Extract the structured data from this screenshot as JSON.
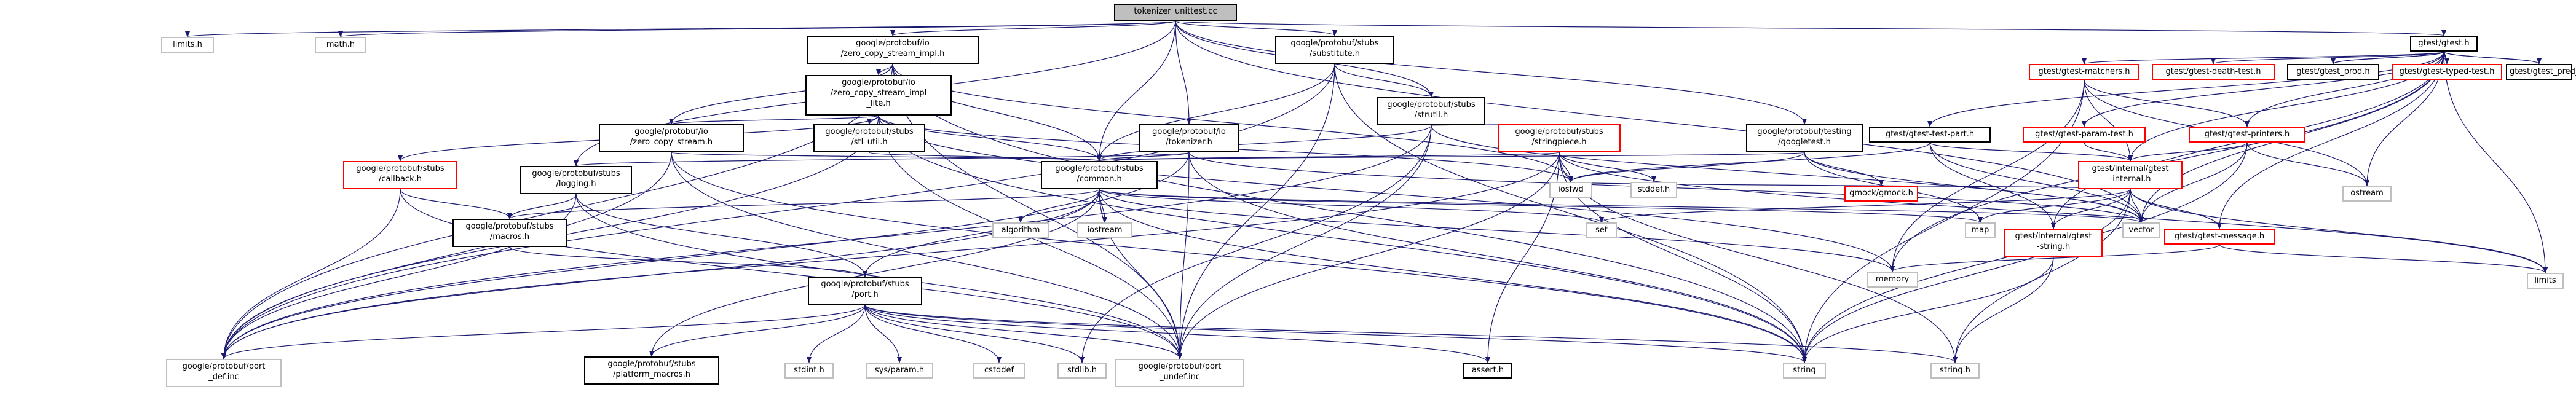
{
  "nodes": [
    {
      "id": "root",
      "label": "tokenizer_unittest.cc",
      "style": "root"
    },
    {
      "id": "limits_h",
      "label": "limits.h",
      "style": "gray"
    },
    {
      "id": "math_h",
      "label": "math.h",
      "style": "gray"
    },
    {
      "id": "zcs_impl",
      "label": "google/protobuf/io\n/zero_copy_stream_impl.h",
      "style": "black"
    },
    {
      "id": "substitute",
      "label": "google/protobuf/stubs\n/substitute.h",
      "style": "black"
    },
    {
      "id": "gtest",
      "label": "gtest/gtest.h",
      "style": "black"
    },
    {
      "id": "zcs_impl_lite",
      "label": "google/protobuf/io\n/zero_copy_stream_impl\n_lite.h",
      "style": "black"
    },
    {
      "id": "strutil",
      "label": "google/protobuf/stubs\n/strutil.h",
      "style": "black"
    },
    {
      "id": "zcs",
      "label": "google/protobuf/io\n/zero_copy_stream.h",
      "style": "black"
    },
    {
      "id": "stl_util",
      "label": "google/protobuf/stubs\n/stl_util.h",
      "style": "black"
    },
    {
      "id": "tokenizer",
      "label": "google/protobuf/io\n/tokenizer.h",
      "style": "black"
    },
    {
      "id": "stringpiece",
      "label": "google/protobuf/stubs\n/stringpiece.h",
      "style": "red"
    },
    {
      "id": "googletest",
      "label": "google/protobuf/testing\n/googletest.h",
      "style": "black"
    },
    {
      "id": "callback",
      "label": "google/protobuf/stubs\n/callback.h",
      "style": "red"
    },
    {
      "id": "logging",
      "label": "google/protobuf/stubs\n/logging.h",
      "style": "black"
    },
    {
      "id": "common",
      "label": "google/protobuf/stubs\n/common.h",
      "style": "black"
    },
    {
      "id": "macros",
      "label": "google/protobuf/stubs\n/macros.h",
      "style": "black"
    },
    {
      "id": "port",
      "label": "google/protobuf/stubs\n/port.h",
      "style": "black"
    },
    {
      "id": "platform_macros",
      "label": "google/protobuf/stubs\n/platform_macros.h",
      "style": "black"
    },
    {
      "id": "port_def",
      "label": "google/protobuf/port\n_def.inc",
      "style": "gray"
    },
    {
      "id": "port_undef",
      "label": "google/protobuf/port\n_undef.inc",
      "style": "gray"
    },
    {
      "id": "iosfwd",
      "label": "iosfwd",
      "style": "gray"
    },
    {
      "id": "cstddef",
      "label": "cstddef",
      "style": "gray"
    },
    {
      "id": "stddef_h",
      "label": "stddef.h",
      "style": "gray"
    },
    {
      "id": "algorithm",
      "label": "algorithm",
      "style": "gray"
    },
    {
      "id": "iostream",
      "label": "iostream",
      "style": "gray"
    },
    {
      "id": "map",
      "label": "map",
      "style": "gray"
    },
    {
      "id": "set",
      "label": "set",
      "style": "gray"
    },
    {
      "id": "vector",
      "label": "vector",
      "style": "gray"
    },
    {
      "id": "memory",
      "label": "memory",
      "style": "gray"
    },
    {
      "id": "string",
      "label": "string",
      "style": "gray"
    },
    {
      "id": "string_h",
      "label": "string.h",
      "style": "gray"
    },
    {
      "id": "stdint_h",
      "label": "stdint.h",
      "style": "gray"
    },
    {
      "id": "sys_param",
      "label": "sys/param.h",
      "style": "gray"
    },
    {
      "id": "stdlib_h",
      "label": "stdlib.h",
      "style": "gray"
    },
    {
      "id": "assert_h",
      "label": "assert.h",
      "style": "black"
    },
    {
      "id": "gmock",
      "label": "gmock/gmock.h",
      "style": "red"
    },
    {
      "id": "gtest_test_part",
      "label": "gtest/gtest-test-part.h",
      "style": "black"
    },
    {
      "id": "gtest_param",
      "label": "gtest/gtest-param-test.h",
      "style": "red"
    },
    {
      "id": "gtest_matchers",
      "label": "gtest/gtest-matchers.h",
      "style": "red"
    },
    {
      "id": "gtest_death",
      "label": "gtest/gtest-death-test.h",
      "style": "red"
    },
    {
      "id": "gtest_prod",
      "label": "gtest/gtest_prod.h",
      "style": "black"
    },
    {
      "id": "gtest_typed",
      "label": "gtest/gtest-typed-test.h",
      "style": "red"
    },
    {
      "id": "gtest_pred",
      "label": "gtest/gtest_pred_impl.h",
      "style": "black"
    },
    {
      "id": "gtest_printers",
      "label": "gtest/gtest-printers.h",
      "style": "red"
    },
    {
      "id": "gtest_internal",
      "label": "gtest/internal/gtest\n-internal.h",
      "style": "red"
    },
    {
      "id": "gtest_string",
      "label": "gtest/internal/gtest\n-string.h",
      "style": "red"
    },
    {
      "id": "gtest_message",
      "label": "gtest/gtest-message.h",
      "style": "red"
    },
    {
      "id": "ostream",
      "label": "ostream",
      "style": "gray"
    },
    {
      "id": "limits",
      "label": "limits",
      "style": "gray"
    }
  ],
  "edges": [
    [
      "root",
      "limits_h"
    ],
    [
      "root",
      "math_h"
    ],
    [
      "root",
      "zcs_impl"
    ],
    [
      "root",
      "substitute"
    ],
    [
      "root",
      "gtest"
    ],
    [
      "root",
      "strutil"
    ],
    [
      "root",
      "tokenizer"
    ],
    [
      "root",
      "googletest"
    ],
    [
      "root",
      "common"
    ],
    [
      "root",
      "logging"
    ],
    [
      "root",
      "vector"
    ],
    [
      "zcs_impl",
      "zcs_impl_lite"
    ],
    [
      "zcs_impl",
      "zcs"
    ],
    [
      "zcs_impl",
      "common"
    ],
    [
      "zcs_impl",
      "port_def"
    ],
    [
      "zcs_impl",
      "port_undef"
    ],
    [
      "zcs_impl",
      "iosfwd"
    ],
    [
      "zcs_impl",
      "string"
    ],
    [
      "substitute",
      "strutil"
    ],
    [
      "substitute",
      "common"
    ],
    [
      "substitute",
      "port_def"
    ],
    [
      "substitute",
      "port_undef"
    ],
    [
      "substitute",
      "string"
    ],
    [
      "zcs_impl_lite",
      "zcs"
    ],
    [
      "zcs_impl_lite",
      "stl_util"
    ],
    [
      "zcs_impl_lite",
      "callback"
    ],
    [
      "zcs_impl_lite",
      "common"
    ],
    [
      "zcs_impl_lite",
      "port_def"
    ],
    [
      "zcs_impl_lite",
      "port_undef"
    ],
    [
      "zcs_impl_lite",
      "iosfwd"
    ],
    [
      "zcs_impl_lite",
      "memory"
    ],
    [
      "zcs_impl_lite",
      "string"
    ],
    [
      "strutil",
      "stringpiece"
    ],
    [
      "strutil",
      "common"
    ],
    [
      "strutil",
      "port_def"
    ],
    [
      "strutil",
      "port_undef"
    ],
    [
      "strutil",
      "stdlib_h"
    ],
    [
      "strutil",
      "vector"
    ],
    [
      "zcs",
      "common"
    ],
    [
      "zcs",
      "port_def"
    ],
    [
      "zcs",
      "port_undef"
    ],
    [
      "zcs",
      "string"
    ],
    [
      "stl_util",
      "common"
    ],
    [
      "tokenizer",
      "common"
    ],
    [
      "tokenizer",
      "logging"
    ],
    [
      "tokenizer",
      "port_def"
    ],
    [
      "tokenizer",
      "port_undef"
    ],
    [
      "tokenizer",
      "string"
    ],
    [
      "tokenizer",
      "vector"
    ],
    [
      "stringpiece",
      "common"
    ],
    [
      "stringpiece",
      "iosfwd"
    ],
    [
      "stringpiece",
      "stddef_h"
    ],
    [
      "stringpiece",
      "assert_h"
    ],
    [
      "stringpiece",
      "string_h"
    ],
    [
      "stringpiece",
      "string"
    ],
    [
      "stringpiece",
      "limits"
    ],
    [
      "stringpiece",
      "port_def"
    ],
    [
      "stringpiece",
      "port_undef"
    ],
    [
      "googletest",
      "common"
    ],
    [
      "googletest",
      "gmock"
    ],
    [
      "googletest",
      "map"
    ],
    [
      "googletest",
      "vector"
    ],
    [
      "googletest",
      "iosfwd"
    ],
    [
      "callback",
      "macros"
    ],
    [
      "callback",
      "port_def"
    ],
    [
      "callback",
      "port_undef"
    ],
    [
      "logging",
      "macros"
    ],
    [
      "logging",
      "port"
    ],
    [
      "logging",
      "port_def"
    ],
    [
      "logging",
      "port_undef"
    ],
    [
      "common",
      "macros"
    ],
    [
      "common",
      "port"
    ],
    [
      "common",
      "platform_macros"
    ],
    [
      "common",
      "algorithm"
    ],
    [
      "common",
      "iostream"
    ],
    [
      "common",
      "map"
    ],
    [
      "common",
      "set"
    ],
    [
      "common",
      "vector"
    ],
    [
      "common",
      "memory"
    ],
    [
      "common",
      "string"
    ],
    [
      "common",
      "port_def"
    ],
    [
      "common",
      "port_undef"
    ],
    [
      "macros",
      "port"
    ],
    [
      "port",
      "platform_macros"
    ],
    [
      "port",
      "port_def"
    ],
    [
      "port",
      "port_undef"
    ],
    [
      "port",
      "stdint_h"
    ],
    [
      "port",
      "sys_param"
    ],
    [
      "port",
      "cstddef"
    ],
    [
      "port",
      "stdlib_h"
    ],
    [
      "port",
      "assert_h"
    ],
    [
      "port",
      "string"
    ],
    [
      "port",
      "string_h"
    ],
    [
      "gtest",
      "gtest_test_part"
    ],
    [
      "gtest",
      "gtest_param"
    ],
    [
      "gtest",
      "gtest_matchers"
    ],
    [
      "gtest",
      "gtest_death"
    ],
    [
      "gtest",
      "gtest_prod"
    ],
    [
      "gtest",
      "gtest_typed"
    ],
    [
      "gtest",
      "gtest_pred"
    ],
    [
      "gtest",
      "gtest_printers"
    ],
    [
      "gtest",
      "gtest_internal"
    ],
    [
      "gtest",
      "gtest_string"
    ],
    [
      "gtest",
      "gtest_message"
    ],
    [
      "gtest",
      "ostream"
    ],
    [
      "gtest",
      "vector"
    ],
    [
      "gtest",
      "memory"
    ],
    [
      "gtest",
      "limits"
    ],
    [
      "gtest_test_part",
      "gtest_internal"
    ],
    [
      "gtest_test_part",
      "gtest_string"
    ],
    [
      "gtest_test_part",
      "iosfwd"
    ],
    [
      "gtest_test_part",
      "vector"
    ],
    [
      "gtest_param",
      "gtest_internal"
    ],
    [
      "gtest_matchers",
      "gtest_printers"
    ],
    [
      "gtest_matchers",
      "gtest_internal"
    ],
    [
      "gtest_matchers",
      "ostream"
    ],
    [
      "gtest_matchers",
      "memory"
    ],
    [
      "gtest_matchers",
      "string"
    ],
    [
      "gtest_printers",
      "gtest_internal"
    ],
    [
      "gtest_printers",
      "ostream"
    ],
    [
      "gtest_printers",
      "vector"
    ],
    [
      "gtest_printers",
      "string"
    ],
    [
      "gtest_internal",
      "gtest_message"
    ],
    [
      "gtest_internal",
      "gtest_string"
    ],
    [
      "gtest_internal",
      "map"
    ],
    [
      "gtest_internal",
      "set"
    ],
    [
      "gtest_internal",
      "vector"
    ],
    [
      "gtest_internal",
      "string"
    ],
    [
      "gtest_internal",
      "string_h"
    ],
    [
      "gtest_internal",
      "limits"
    ],
    [
      "gtest_internal",
      "iosfwd"
    ],
    [
      "gtest_string",
      "string"
    ],
    [
      "gtest_string",
      "string_h"
    ],
    [
      "gtest_message",
      "limits"
    ],
    [
      "gtest_message",
      "memory"
    ],
    [
      "gtest_pred",
      "gtest"
    ],
    [
      "gtest_prod",
      "gtest"
    ]
  ],
  "colors": {
    "edge": "#191970",
    "arrow": "#191970",
    "root_fill": "#bfbfbf",
    "gray_border": "#bfbfbf",
    "red_border": "#ff0000"
  }
}
